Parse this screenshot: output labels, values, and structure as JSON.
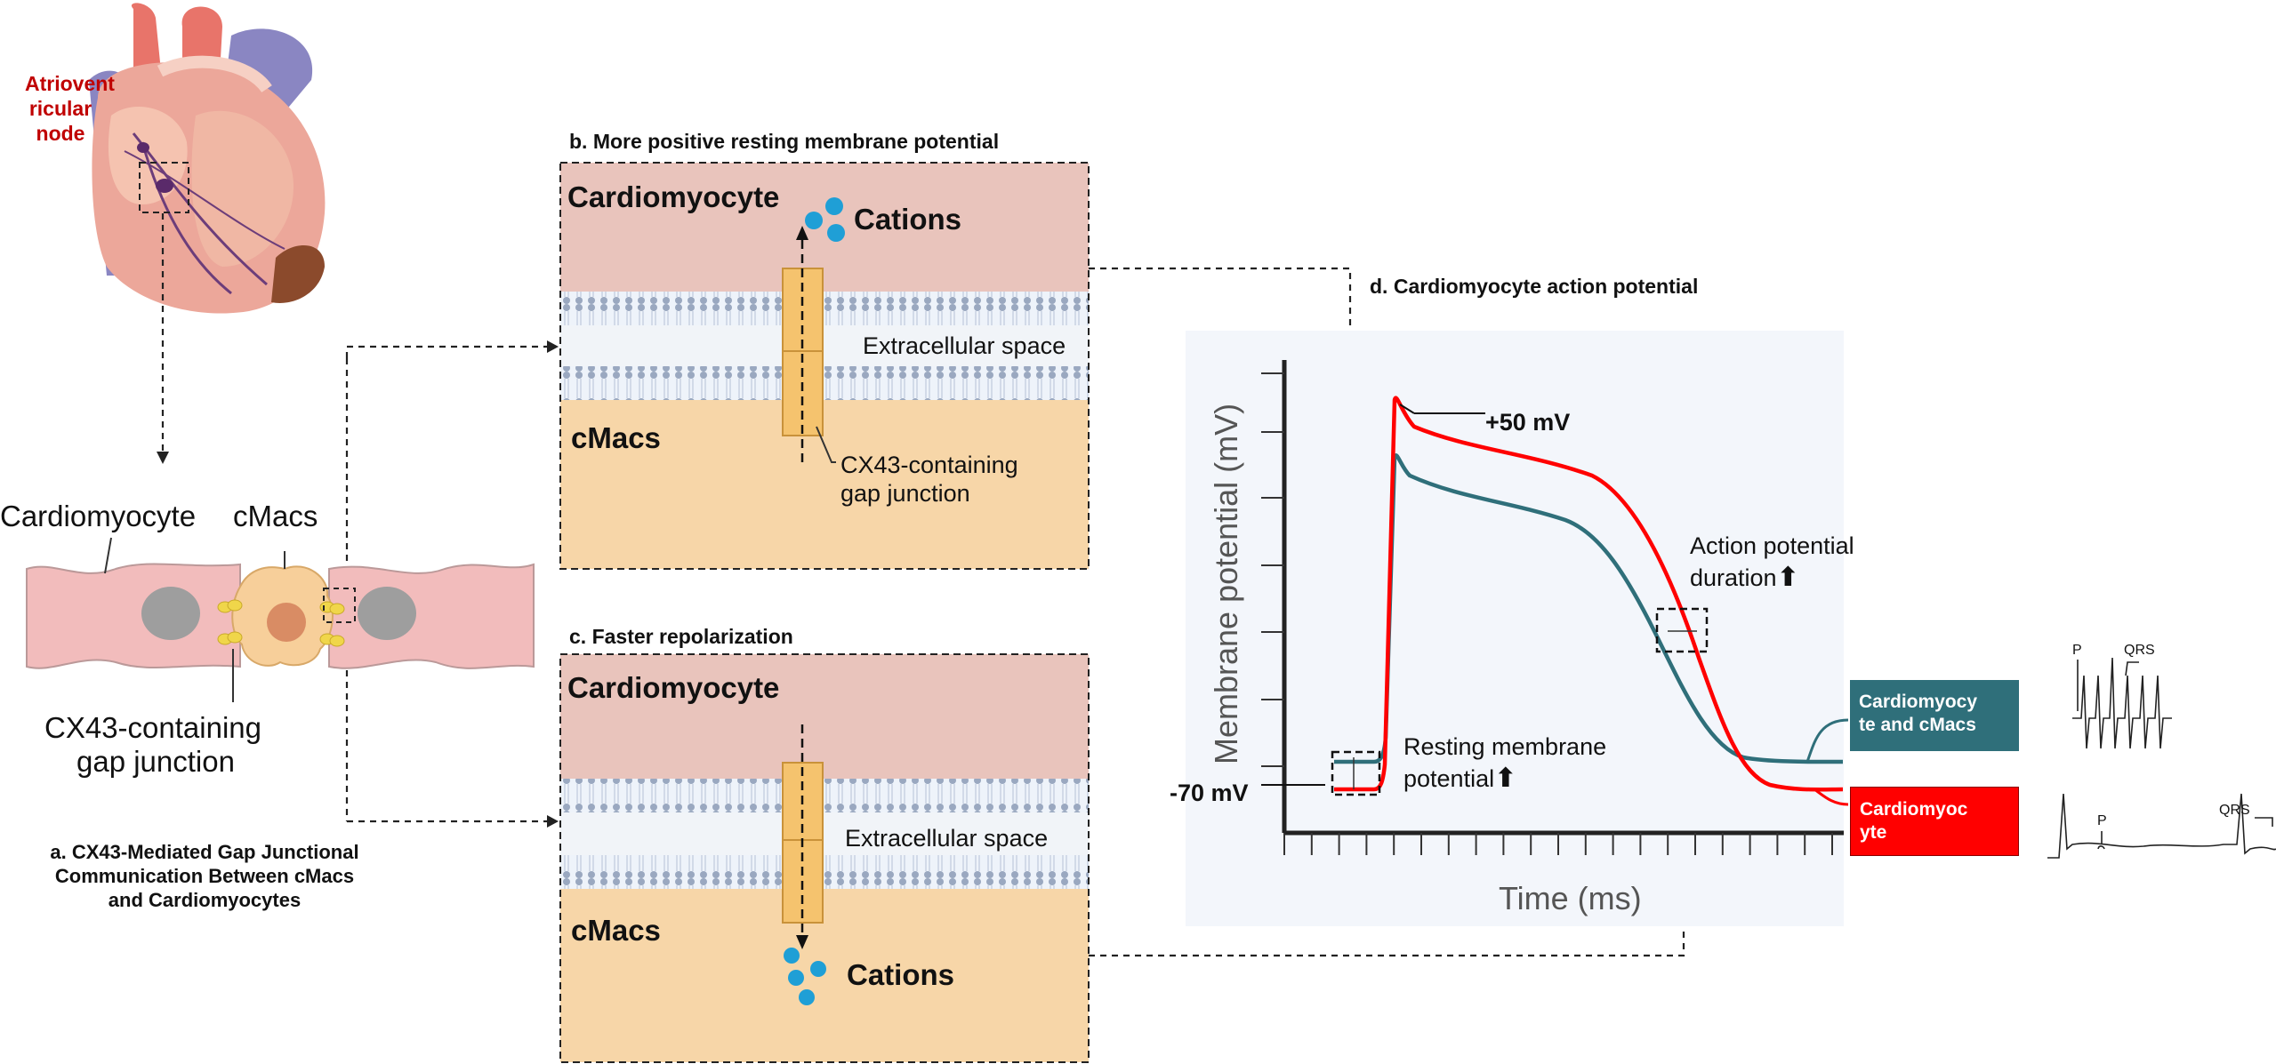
{
  "heart": {
    "node_label": "Atrioventricular node",
    "node_lines": [
      "Atriovent",
      "ricular",
      "node"
    ]
  },
  "panel_a": {
    "cardiomyocyte_label": "Cardiomyocyte",
    "cmacs_label": "cMacs",
    "junction_lines": [
      "CX43-containing",
      "gap junction"
    ],
    "caption_lines": [
      "a. CX43-Mediated Gap Junctional",
      "Communication Between cMacs",
      "and Cardiomyocytes"
    ]
  },
  "panel_b": {
    "title": "b. More positive resting membrane potential",
    "cardiomyocyte_label": "Cardiomyocyte",
    "cations_label": "Cations",
    "extracellular_label": "Extracellular space",
    "cmacs_label": "cMacs",
    "junction_lines": [
      "CX43-containing",
      "gap junction"
    ]
  },
  "panel_c": {
    "title": "c. Faster repolarization",
    "cardiomyocyte_label": "Cardiomyocyte",
    "extracellular_label": "Extracellular space",
    "cmacs_label": "cMacs",
    "cations_label": "Cations"
  },
  "panel_d": {
    "title": "d. Cardiomyocyte action potential",
    "ylabel": "Membrane potential (mV)",
    "xlabel": "Time (ms)",
    "plus50_label": "+50 mV",
    "minus70_label": "-70 mV",
    "apd_lines": [
      "Action potential",
      "duration"
    ],
    "rmp_lines": [
      "Resting membrane",
      "potential"
    ],
    "legend_teal_lines": [
      "Cardiomyocy",
      "te and cMacs"
    ],
    "legend_red_lines": [
      "Cardiomyoc",
      "yte"
    ],
    "ecg_top_p": "P",
    "ecg_top_qrs": "QRS",
    "ecg_bottom_p": "P",
    "ecg_bottom_qrs": "QRS",
    "colors": {
      "teal": "#2f6f7a",
      "red": "#ff0000",
      "node_red": "#c00000",
      "cardio_bg": "#e9c4bc",
      "cmacs_bg": "#f7d6a8"
    }
  }
}
